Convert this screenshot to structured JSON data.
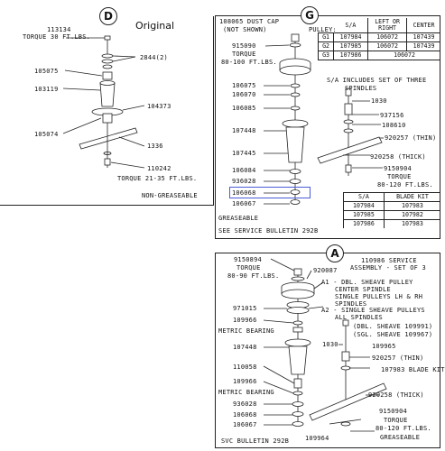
{
  "panel_d": {
    "badge": "D",
    "title": "Original",
    "labels": {
      "part_113134": "113134",
      "torque_top": "TORQUE 30 FT.LBS.",
      "part_2844": "2844(2)",
      "part_105075": "105075",
      "part_103119": "103119",
      "part_104373": "104373",
      "part_105074": "105074",
      "part_1336": "1336",
      "part_110242": "110242",
      "torque_bottom": "TORQUE 21-35 FT.LBS.",
      "footer": "NON-GREASEABLE"
    }
  },
  "panel_g": {
    "badge": "G",
    "labels": {
      "dust_cap": "108065 DUST CAP",
      "not_shown": "(NOT SHOWN)",
      "part_915090": "915090",
      "torque": "TORQUE",
      "torque_value": "80-100 FT.LBS.",
      "pulley": "PULLEY:",
      "part_106075": "106075",
      "part_106070": "106070",
      "part_106085": "106085",
      "part_107448": "107448",
      "part_107445": "107445",
      "part_106084": "106084",
      "part_936028": "936028",
      "part_106068": "106068",
      "part_106067": "106067",
      "greaseable": "GREASEABLE",
      "bulletin": "SEE SERVICE BULLETIN 292B",
      "sa_note_1": "S/A INCLUDES SET OF THREE",
      "sa_note_2": "SPINDLES",
      "part_1030": "1030",
      "part_937156": "937156",
      "part_108610": "108610",
      "thin": "920257 (THIN)",
      "thick": "920258 (THICK)",
      "part_9150904": "9150904",
      "torque_2": "TORQUE",
      "torque_value_2": "80-120 FT.LBS."
    },
    "pulley_table": {
      "headers": [
        "S/A",
        "LEFT OR RIGHT",
        "CENTER"
      ],
      "rows": [
        {
          "key": "G1",
          "sa": "107984",
          "left_right": "106072",
          "center": "107439"
        },
        {
          "key": "G2",
          "sa": "107985",
          "left_right": "106072",
          "center": "107439"
        },
        {
          "key": "G3",
          "sa": "107986",
          "left_right": "106072",
          "center": ""
        }
      ]
    },
    "blade_table": {
      "headers": [
        "S/A",
        "BLADE KIT"
      ],
      "rows": [
        {
          "sa": "107984",
          "kit": "107983"
        },
        {
          "sa": "107985",
          "kit": "107982"
        },
        {
          "sa": "107986",
          "kit": "107983"
        }
      ]
    }
  },
  "panel_a": {
    "badge": "A",
    "labels": {
      "part_9150894": "9150894",
      "torque": "TORQUE",
      "torque_value": "80-90 FT.LBS.",
      "part_920087": "920087",
      "service_1": "110986 SERVICE",
      "service_2": "ASSEMBLY - SET OF 3",
      "a1_1": "A1 - DBL. SHEAVE PULLEY",
      "a1_2": "CENTER SPINDLE",
      "a1_3": "SINGLE PULLEYS LH & RH",
      "a1_4": "SPINDLES",
      "a2_1": "A2 - SINGLE SHEAVE PULLEYS",
      "a2_2": "ALL SPINDLES",
      "part_971015": "971015",
      "part_109966": "109966",
      "metric_bearing": "METRIC BEARING",
      "dbl_sheave": "(DBL. SHEAVE 109991)",
      "sgl_sheave": "(SGL. SHEAVE 109967)",
      "part_1030": "1030",
      "part_109965": "109965",
      "part_107448": "107448",
      "thin": "920257 (THIN)",
      "part_110058": "110058",
      "blade_kit": "107983 BLADE KIT",
      "part_109966b": "109966",
      "metric_bearing_2": "METRIC BEARING",
      "part_936028": "936028",
      "thick": "920258 (THICK)",
      "part_106068": "106068",
      "part_9150904": "9150904",
      "part_106067": "106067",
      "torque_2": "TORQUE",
      "torque_value_2": "80-120 FT.LBS.",
      "bulletin": "SVC BULLETIN 292B",
      "part_109964": "109964",
      "greaseable": "GREASEABLE"
    }
  }
}
